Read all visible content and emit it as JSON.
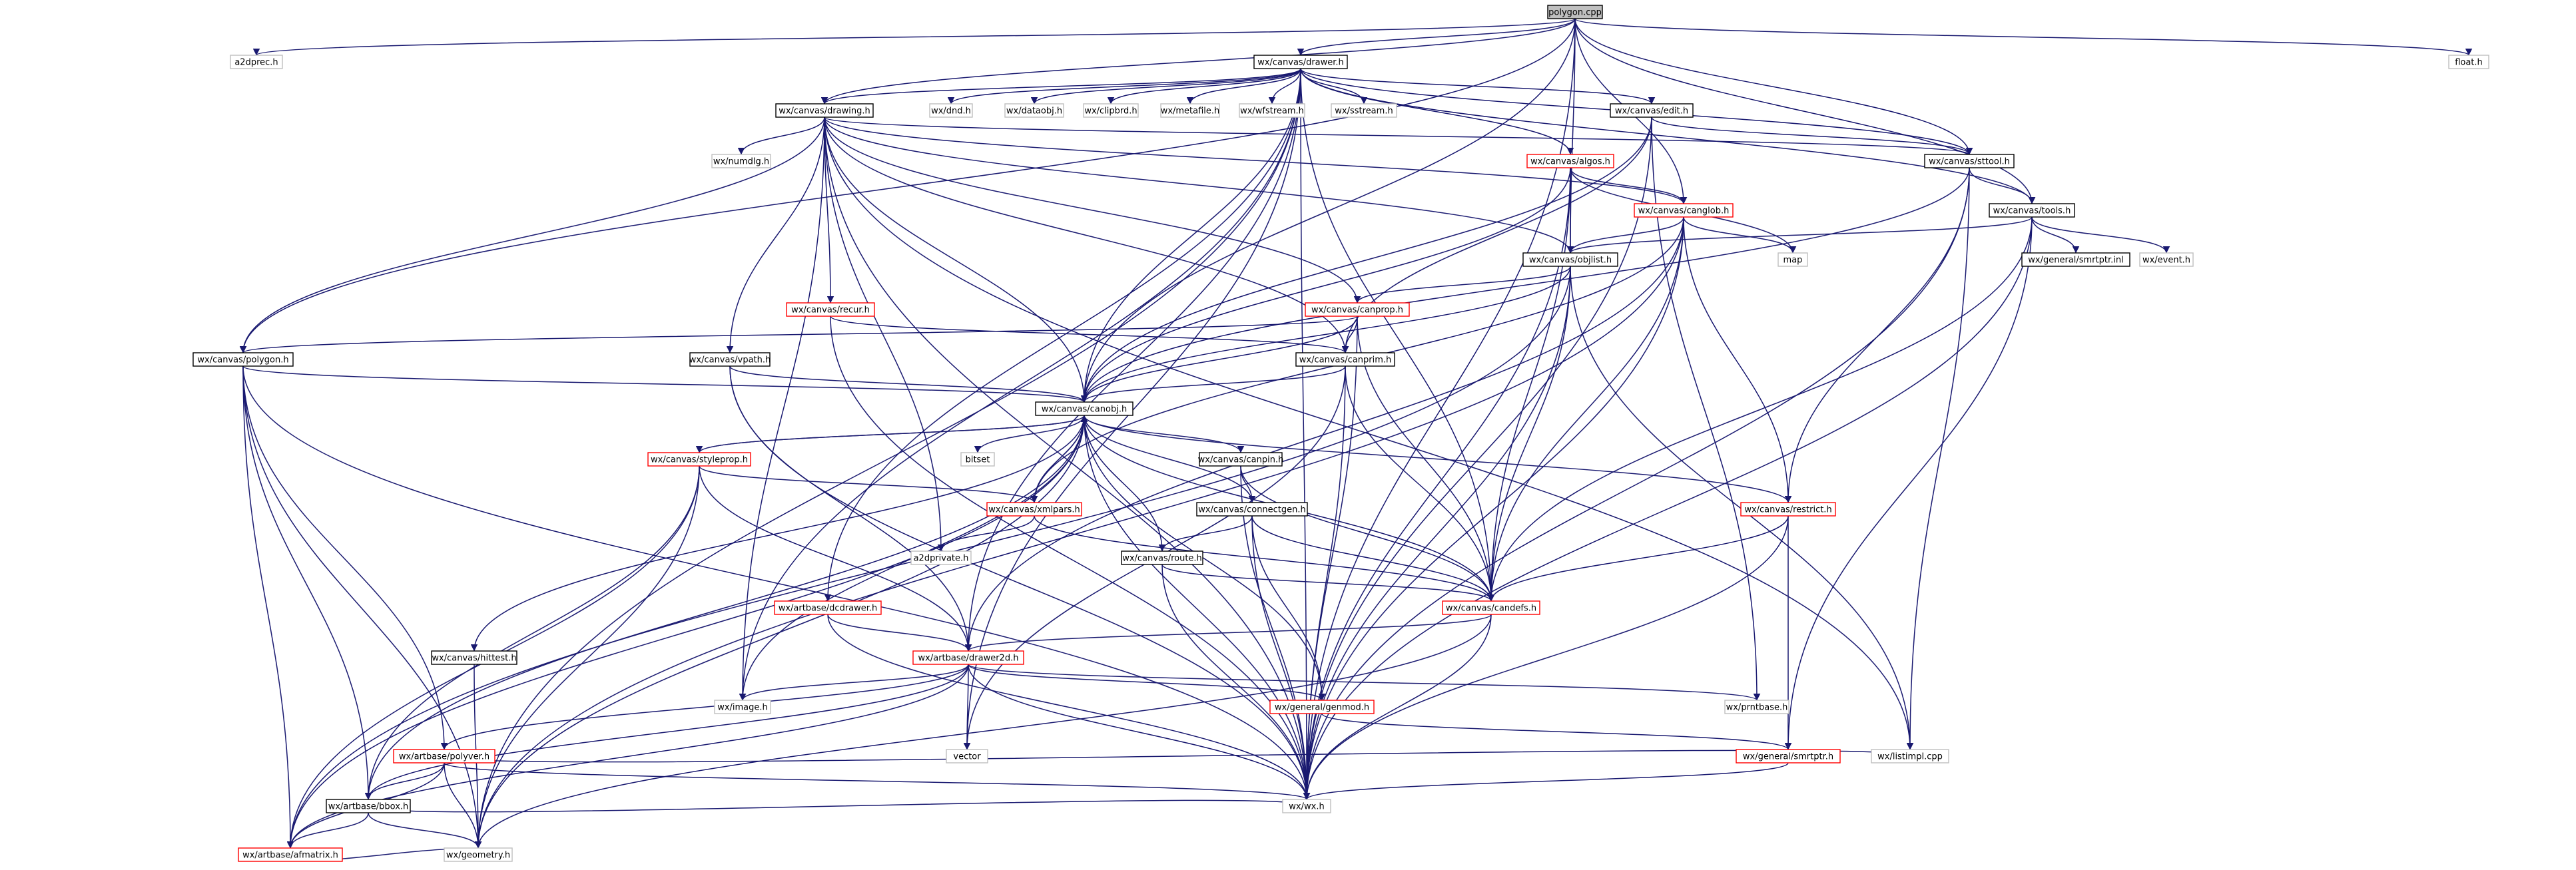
{
  "colors": {
    "edge": "#191970",
    "border_default": "#000000",
    "border_red": "#ff0000",
    "border_gray": "#bfbfbf",
    "root_fill": "#bfbfbf",
    "node_fill": "#ffffff"
  },
  "nodes": [
    {
      "id": "polygon_cpp",
      "label": "polygon.cpp",
      "kind": "root"
    },
    {
      "id": "a2dprec_h",
      "label": "a2dprec.h",
      "kind": "gray"
    },
    {
      "id": "drawer_h",
      "label": "wx/canvas/drawer.h",
      "kind": "default"
    },
    {
      "id": "float_h",
      "label": "float.h",
      "kind": "gray"
    },
    {
      "id": "drawing_h",
      "label": "wx/canvas/drawing.h",
      "kind": "default"
    },
    {
      "id": "dnd_h",
      "label": "wx/dnd.h",
      "kind": "gray"
    },
    {
      "id": "dataobj_h",
      "label": "wx/dataobj.h",
      "kind": "gray"
    },
    {
      "id": "clipbrd_h",
      "label": "wx/clipbrd.h",
      "kind": "gray"
    },
    {
      "id": "metafile_h",
      "label": "wx/metafile.h",
      "kind": "gray"
    },
    {
      "id": "wfstream_h",
      "label": "wx/wfstream.h",
      "kind": "gray"
    },
    {
      "id": "sstream_h",
      "label": "wx/sstream.h",
      "kind": "gray"
    },
    {
      "id": "edit_h",
      "label": "wx/canvas/edit.h",
      "kind": "default"
    },
    {
      "id": "numdlg_h",
      "label": "wx/numdlg.h",
      "kind": "gray"
    },
    {
      "id": "algos_h",
      "label": "wx/canvas/algos.h",
      "kind": "red"
    },
    {
      "id": "sttool_h",
      "label": "wx/canvas/sttool.h",
      "kind": "default"
    },
    {
      "id": "canglob_h",
      "label": "wx/canvas/canglob.h",
      "kind": "red"
    },
    {
      "id": "tools_h",
      "label": "wx/canvas/tools.h",
      "kind": "default"
    },
    {
      "id": "map",
      "label": "map",
      "kind": "gray"
    },
    {
      "id": "objlist_h",
      "label": "wx/canvas/objlist.h",
      "kind": "default"
    },
    {
      "id": "smrtptr_inl",
      "label": "wx/general/smrtptr.inl",
      "kind": "default"
    },
    {
      "id": "event_h",
      "label": "wx/event.h",
      "kind": "gray"
    },
    {
      "id": "recur_h",
      "label": "wx/canvas/recur.h",
      "kind": "red"
    },
    {
      "id": "canprop_h",
      "label": "wx/canvas/canprop.h",
      "kind": "red"
    },
    {
      "id": "polygon_h",
      "label": "wx/canvas/polygon.h",
      "kind": "default"
    },
    {
      "id": "vpath_h",
      "label": "wx/canvas/vpath.h",
      "kind": "default"
    },
    {
      "id": "canprim_h",
      "label": "wx/canvas/canprim.h",
      "kind": "default"
    },
    {
      "id": "canobj_h",
      "label": "wx/canvas/canobj.h",
      "kind": "default"
    },
    {
      "id": "styleprop_h",
      "label": "wx/canvas/styleprop.h",
      "kind": "red"
    },
    {
      "id": "bitset",
      "label": "bitset",
      "kind": "gray"
    },
    {
      "id": "canpin_h",
      "label": "wx/canvas/canpin.h",
      "kind": "default"
    },
    {
      "id": "xmlpars_h",
      "label": "wx/canvas/xmlpars.h",
      "kind": "red"
    },
    {
      "id": "restrict_h",
      "label": "wx/canvas/restrict.h",
      "kind": "red"
    },
    {
      "id": "connectgen_h",
      "label": "wx/canvas/connectgen.h",
      "kind": "default"
    },
    {
      "id": "a2dprivate_h",
      "label": "a2dprivate.h",
      "kind": "gray"
    },
    {
      "id": "route_h",
      "label": "wx/canvas/route.h",
      "kind": "default"
    },
    {
      "id": "dcdrawer_h",
      "label": "wx/artbase/dcdrawer.h",
      "kind": "red"
    },
    {
      "id": "candefs_h",
      "label": "wx/canvas/candefs.h",
      "kind": "red"
    },
    {
      "id": "hittest_h",
      "label": "wx/canvas/hittest.h",
      "kind": "default"
    },
    {
      "id": "drawer2d_h",
      "label": "wx/artbase/drawer2d.h",
      "kind": "red"
    },
    {
      "id": "image_h",
      "label": "wx/image.h",
      "kind": "gray"
    },
    {
      "id": "genmod_h",
      "label": "wx/general/genmod.h",
      "kind": "red"
    },
    {
      "id": "prntbase_h",
      "label": "wx/prntbase.h",
      "kind": "gray"
    },
    {
      "id": "polyver_h",
      "label": "wx/artbase/polyver.h",
      "kind": "red"
    },
    {
      "id": "bbox_h",
      "label": "wx/artbase/bbox.h",
      "kind": "default"
    },
    {
      "id": "vector",
      "label": "vector",
      "kind": "gray"
    },
    {
      "id": "listimpl_cpp",
      "label": "wx/listimpl.cpp",
      "kind": "gray"
    },
    {
      "id": "smrtptr_h",
      "label": "wx/general/smrtptr.h",
      "kind": "red"
    },
    {
      "id": "afmatrix_h",
      "label": "wx/artbase/afmatrix.h",
      "kind": "red"
    },
    {
      "id": "wx_h",
      "label": "wx/wx.h",
      "kind": "gray"
    },
    {
      "id": "geometry_h",
      "label": "wx/geometry.h",
      "kind": "gray"
    }
  ],
  "edges": [
    [
      "polygon_cpp",
      "a2dprec_h"
    ],
    [
      "polygon_cpp",
      "drawer_h"
    ],
    [
      "polygon_cpp",
      "float_h"
    ],
    [
      "polygon_cpp",
      "polygon_h"
    ],
    [
      "polygon_cpp",
      "canobj_h"
    ],
    [
      "polygon_cpp",
      "canglob_h"
    ],
    [
      "polygon_cpp",
      "objlist_h"
    ],
    [
      "polygon_cpp",
      "tools_h"
    ],
    [
      "polygon_cpp",
      "sttool_h"
    ],
    [
      "polygon_cpp",
      "wx_h"
    ],
    [
      "polygon_cpp",
      "drawing_h"
    ],
    [
      "drawer_h",
      "drawing_h"
    ],
    [
      "drawer_h",
      "dnd_h"
    ],
    [
      "drawer_h",
      "dataobj_h"
    ],
    [
      "drawer_h",
      "clipbrd_h"
    ],
    [
      "drawer_h",
      "metafile_h"
    ],
    [
      "drawer_h",
      "wfstream_h"
    ],
    [
      "drawer_h",
      "sstream_h"
    ],
    [
      "drawer_h",
      "edit_h"
    ],
    [
      "drawer_h",
      "algos_h"
    ],
    [
      "drawer_h",
      "sttool_h"
    ],
    [
      "drawer_h",
      "tools_h"
    ],
    [
      "drawer_h",
      "canobj_h"
    ],
    [
      "drawer_h",
      "candefs_h"
    ],
    [
      "drawer_h",
      "drawer2d_h"
    ],
    [
      "drawer_h",
      "dcdrawer_h"
    ],
    [
      "drawer_h",
      "image_h"
    ],
    [
      "drawer_h",
      "wx_h"
    ],
    [
      "drawer_h",
      "geometry_h"
    ],
    [
      "drawer_h",
      "vector"
    ],
    [
      "drawing_h",
      "numdlg_h"
    ],
    [
      "drawing_h",
      "canglob_h"
    ],
    [
      "drawing_h",
      "objlist_h"
    ],
    [
      "drawing_h",
      "recur_h"
    ],
    [
      "drawing_h",
      "canprop_h"
    ],
    [
      "drawing_h",
      "polygon_h"
    ],
    [
      "drawing_h",
      "vpath_h"
    ],
    [
      "drawing_h",
      "canprim_h"
    ],
    [
      "drawing_h",
      "canobj_h"
    ],
    [
      "drawing_h",
      "a2dprivate_h"
    ],
    [
      "drawing_h",
      "sttool_h"
    ],
    [
      "drawing_h",
      "listimpl_cpp"
    ],
    [
      "drawing_h",
      "image_h"
    ],
    [
      "drawing_h",
      "wx_h"
    ],
    [
      "edit_h",
      "sttool_h"
    ],
    [
      "edit_h",
      "canobj_h"
    ],
    [
      "edit_h",
      "canprim_h"
    ],
    [
      "edit_h",
      "wx_h"
    ],
    [
      "edit_h",
      "prntbase_h"
    ],
    [
      "algos_h",
      "canglob_h"
    ],
    [
      "algos_h",
      "objlist_h"
    ],
    [
      "algos_h",
      "map"
    ],
    [
      "algos_h",
      "canobj_h"
    ],
    [
      "algos_h",
      "candefs_h"
    ],
    [
      "algos_h",
      "wx_h"
    ],
    [
      "sttool_h",
      "tools_h"
    ],
    [
      "sttool_h",
      "restrict_h"
    ],
    [
      "sttool_h",
      "listimpl_cpp"
    ],
    [
      "sttool_h",
      "wx_h"
    ],
    [
      "sttool_h",
      "canobj_h"
    ],
    [
      "canglob_h",
      "objlist_h"
    ],
    [
      "canglob_h",
      "map"
    ],
    [
      "canglob_h",
      "candefs_h"
    ],
    [
      "canglob_h",
      "restrict_h"
    ],
    [
      "canglob_h",
      "xmlpars_h"
    ],
    [
      "canglob_h",
      "drawer2d_h"
    ],
    [
      "canglob_h",
      "wx_h"
    ],
    [
      "canglob_h",
      "geometry_h"
    ],
    [
      "tools_h",
      "objlist_h"
    ],
    [
      "tools_h",
      "smrtptr_inl"
    ],
    [
      "tools_h",
      "event_h"
    ],
    [
      "tools_h",
      "candefs_h"
    ],
    [
      "tools_h",
      "smrtptr_h"
    ],
    [
      "tools_h",
      "wx_h"
    ],
    [
      "objlist_h",
      "canprop_h"
    ],
    [
      "objlist_h",
      "canobj_h"
    ],
    [
      "objlist_h",
      "candefs_h"
    ],
    [
      "objlist_h",
      "listimpl_cpp"
    ],
    [
      "objlist_h",
      "afmatrix_h"
    ],
    [
      "objlist_h",
      "wx_h"
    ],
    [
      "recur_h",
      "canprim_h"
    ],
    [
      "recur_h",
      "wx_h"
    ],
    [
      "canprop_h",
      "canprim_h"
    ],
    [
      "canprop_h",
      "canobj_h"
    ],
    [
      "canprop_h",
      "candefs_h"
    ],
    [
      "canprop_h",
      "polygon_h"
    ],
    [
      "canprop_h",
      "wx_h"
    ],
    [
      "polygon_h",
      "canobj_h"
    ],
    [
      "polygon_h",
      "polyver_h"
    ],
    [
      "polygon_h",
      "bbox_h"
    ],
    [
      "polygon_h",
      "afmatrix_h"
    ],
    [
      "polygon_h",
      "wx_h"
    ],
    [
      "polygon_h",
      "geometry_h"
    ],
    [
      "vpath_h",
      "canobj_h"
    ],
    [
      "vpath_h",
      "drawer2d_h"
    ],
    [
      "vpath_h",
      "wx_h"
    ],
    [
      "canprim_h",
      "canobj_h"
    ],
    [
      "canprim_h",
      "candefs_h"
    ],
    [
      "canprim_h",
      "wx_h"
    ],
    [
      "canprim_h",
      "vector"
    ],
    [
      "canobj_h",
      "styleprop_h"
    ],
    [
      "canobj_h",
      "bitset"
    ],
    [
      "canobj_h",
      "canpin_h"
    ],
    [
      "canobj_h",
      "xmlpars_h"
    ],
    [
      "canobj_h",
      "restrict_h"
    ],
    [
      "canobj_h",
      "connectgen_h"
    ],
    [
      "canobj_h",
      "route_h"
    ],
    [
      "canobj_h",
      "candefs_h"
    ],
    [
      "canobj_h",
      "hittest_h"
    ],
    [
      "canobj_h",
      "image_h"
    ],
    [
      "canobj_h",
      "genmod_h"
    ],
    [
      "canobj_h",
      "bbox_h"
    ],
    [
      "canobj_h",
      "afmatrix_h"
    ],
    [
      "canobj_h",
      "wx_h"
    ],
    [
      "canobj_h",
      "geometry_h"
    ],
    [
      "styleprop_h",
      "xmlpars_h"
    ],
    [
      "styleprop_h",
      "drawer2d_h"
    ],
    [
      "styleprop_h",
      "bbox_h"
    ],
    [
      "styleprop_h",
      "afmatrix_h"
    ],
    [
      "styleprop_h",
      "geometry_h"
    ],
    [
      "styleprop_h",
      "canobj_h"
    ],
    [
      "canpin_h",
      "connectgen_h"
    ],
    [
      "canpin_h",
      "candefs_h"
    ],
    [
      "canpin_h",
      "wx_h"
    ],
    [
      "xmlpars_h",
      "a2dprivate_h"
    ],
    [
      "xmlpars_h",
      "candefs_h"
    ],
    [
      "xmlpars_h",
      "canobj_h"
    ],
    [
      "restrict_h",
      "candefs_h"
    ],
    [
      "restrict_h",
      "smrtptr_h"
    ],
    [
      "restrict_h",
      "wx_h"
    ],
    [
      "connectgen_h",
      "route_h"
    ],
    [
      "connectgen_h",
      "candefs_h"
    ],
    [
      "connectgen_h",
      "genmod_h"
    ],
    [
      "connectgen_h",
      "wx_h"
    ],
    [
      "route_h",
      "candefs_h"
    ],
    [
      "route_h",
      "wx_h"
    ],
    [
      "dcdrawer_h",
      "drawer2d_h"
    ],
    [
      "dcdrawer_h",
      "wx_h"
    ],
    [
      "candefs_h",
      "drawer2d_h"
    ],
    [
      "candefs_h",
      "wx_h"
    ],
    [
      "candefs_h",
      "geometry_h"
    ],
    [
      "hittest_h",
      "geometry_h"
    ],
    [
      "drawer2d_h",
      "image_h"
    ],
    [
      "drawer2d_h",
      "genmod_h"
    ],
    [
      "drawer2d_h",
      "prntbase_h"
    ],
    [
      "drawer2d_h",
      "polyver_h"
    ],
    [
      "drawer2d_h",
      "bbox_h"
    ],
    [
      "drawer2d_h",
      "vector"
    ],
    [
      "drawer2d_h",
      "afmatrix_h"
    ],
    [
      "drawer2d_h",
      "wx_h"
    ],
    [
      "genmod_h",
      "smrtptr_h"
    ],
    [
      "polyver_h",
      "bbox_h"
    ],
    [
      "polyver_h",
      "afmatrix_h"
    ],
    [
      "polyver_h",
      "listimpl_cpp"
    ],
    [
      "polyver_h",
      "wx_h"
    ],
    [
      "polyver_h",
      "geometry_h"
    ],
    [
      "bbox_h",
      "afmatrix_h"
    ],
    [
      "bbox_h",
      "wx_h"
    ],
    [
      "bbox_h",
      "geometry_h"
    ],
    [
      "smrtptr_h",
      "wx_h"
    ],
    [
      "afmatrix_h",
      "geometry_h"
    ]
  ]
}
